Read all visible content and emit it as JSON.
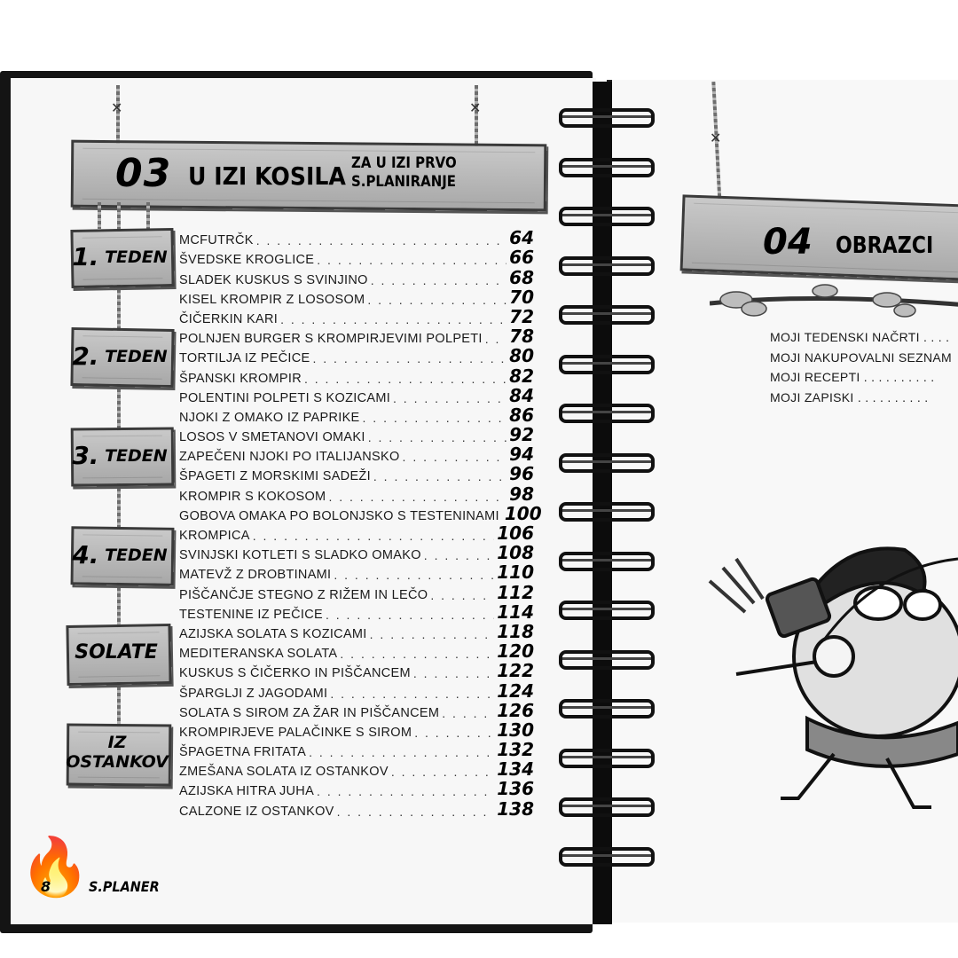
{
  "left_page": {
    "header": {
      "number": "03",
      "title": "U IZI KOSILA",
      "subtitle": "ZA U IZI PRVO S.PLANIRANJE"
    },
    "weeks": [
      {
        "num": "1.",
        "label": "TEDEN"
      },
      {
        "num": "2.",
        "label": "TEDEN"
      },
      {
        "num": "3.",
        "label": "TEDEN"
      },
      {
        "num": "4.",
        "label": "TEDEN"
      },
      {
        "num": "",
        "label": "SOLATE"
      },
      {
        "num": "",
        "label": "IZ OSTANKOV"
      }
    ],
    "toc": [
      {
        "title": "MCFUTRČK",
        "page": "64"
      },
      {
        "title": "ŠVEDSKE KROGLICE",
        "page": "66"
      },
      {
        "title": "SLADEK KUSKUS S SVINJINO",
        "page": "68"
      },
      {
        "title": "KISEL KROMPIR Z LOSOSOM",
        "page": "70"
      },
      {
        "title": "ČIČERKIN KARI",
        "page": "72"
      },
      {
        "title": "POLNJEN BURGER S KROMPIRJEVIMI POLPETI",
        "page": "78"
      },
      {
        "title": "TORTILJA IZ PEČICE",
        "page": "80"
      },
      {
        "title": "ŠPANSKI KROMPIR",
        "page": "82"
      },
      {
        "title": "POLENTINI POLPETI S KOZICAMI",
        "page": "84"
      },
      {
        "title": "NJOKI Z OMAKO IZ PAPRIKE",
        "page": "86"
      },
      {
        "title": "LOSOS V SMETANOVI OMAKI",
        "page": "92"
      },
      {
        "title": "ZAPEČENI NJOKI PO ITALIJANSKO",
        "page": "94"
      },
      {
        "title": "ŠPAGETI Z MORSKIMI SADEŽI",
        "page": "96"
      },
      {
        "title": "KROMPIR S KOKOSOM",
        "page": "98"
      },
      {
        "title": "GOBOVA OMAKA PO BOLONJSKO S TESTENINAMI",
        "page": "100"
      },
      {
        "title": "KROMPICA",
        "page": "106"
      },
      {
        "title": "SVINJSKI KOTLETI S SLADKO OMAKO",
        "page": "108"
      },
      {
        "title": "MATEVŽ Z DROBTINAMI",
        "page": "110"
      },
      {
        "title": "PIŠČANČJE STEGNO Z RIŽEM IN LEČO",
        "page": "112"
      },
      {
        "title": "TESTENINE IZ PEČICE",
        "page": "114"
      },
      {
        "title": "AZIJSKA SOLATA S KOZICAMI",
        "page": "118"
      },
      {
        "title": "MEDITERANSKA SOLATA",
        "page": "120"
      },
      {
        "title": "KUSKUS S ČIČERKO IN PIŠČANCEM",
        "page": "122"
      },
      {
        "title": "ŠPARGLJI Z JAGODAMI",
        "page": "124"
      },
      {
        "title": "SOLATA S SIROM ZA ŽAR IN PIŠČANCEM",
        "page": "126"
      },
      {
        "title": "KROMPIRJEVE PALAČINKE S SIROM",
        "page": "130"
      },
      {
        "title": "ŠPAGETNA FRITATA",
        "page": "132"
      },
      {
        "title": "ZMEŠANA SOLATA IZ OSTANKOV",
        "page": "134"
      },
      {
        "title": "AZIJSKA HITRA JUHA",
        "page": "136"
      },
      {
        "title": "CALZONE IZ OSTANKOV",
        "page": "138"
      }
    ],
    "footer": {
      "page_number": "8",
      "brand": "S.PLANER"
    }
  },
  "right_page": {
    "header": {
      "number": "04",
      "title": "OBRAZCI"
    },
    "toc": [
      {
        "title": "MOJI TEDENSKI NAČRTI"
      },
      {
        "title": "MOJI NAKUPOVALNI SEZNAM"
      },
      {
        "title": "MOJI RECEPTI"
      },
      {
        "title": "MOJI ZAPISKI"
      }
    ]
  },
  "icons": [
    "flame-icon",
    "rope-knot-icon",
    "spiral-binding",
    "caveman-archer-illustration",
    "leaf-branch-illustration"
  ]
}
